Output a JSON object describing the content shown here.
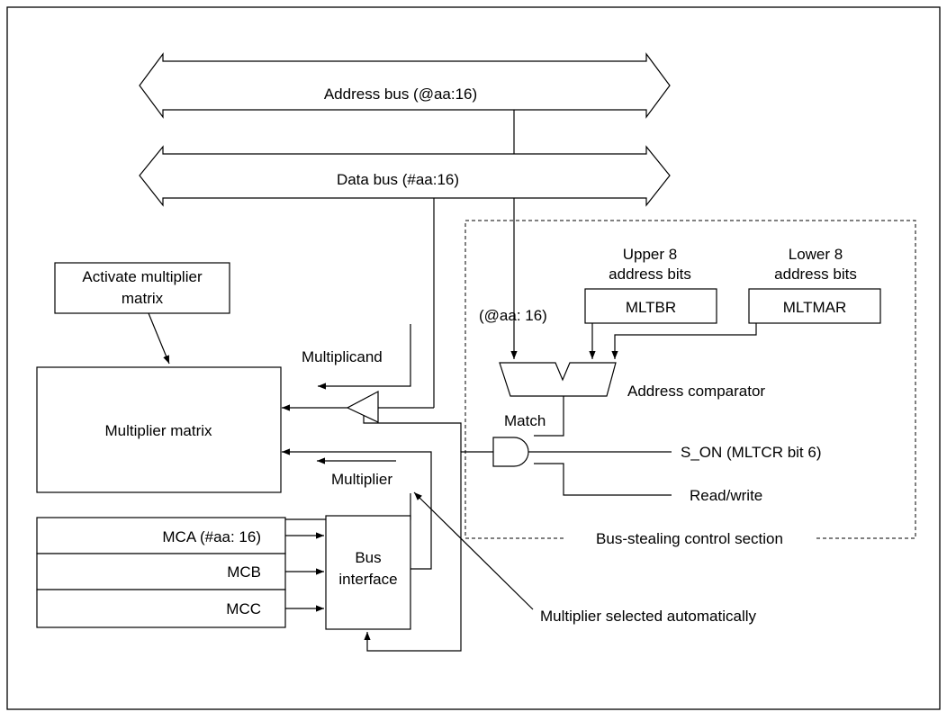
{
  "diagram": {
    "buses": {
      "address_bus": "Address bus (@aa:16)",
      "data_bus": "Data bus (#aa:16)"
    },
    "activate": {
      "line1": "Activate multiplier",
      "line2": "matrix"
    },
    "multiplier_matrix": "Multiplier matrix",
    "multiplicand": "Multiplicand",
    "multiplier": "Multiplier",
    "registers": [
      "MCA (#aa: 16)",
      "MCB",
      "MCC"
    ],
    "bus_interface": {
      "line1": "Bus",
      "line2": "interface"
    },
    "addr_input": "(@aa: 16)",
    "upper": {
      "line1": "Upper 8",
      "line2": "address bits",
      "register": "MLTBR"
    },
    "lower": {
      "line1": "Lower 8",
      "line2": "address bits",
      "register": "MLTMAR"
    },
    "comparator": "Address comparator",
    "match": "Match",
    "s_on": "S_ON (MLTCR bit 6)",
    "read_write": "Read/write",
    "section": "Bus-stealing control section",
    "auto_note": "Multiplier selected automatically"
  }
}
